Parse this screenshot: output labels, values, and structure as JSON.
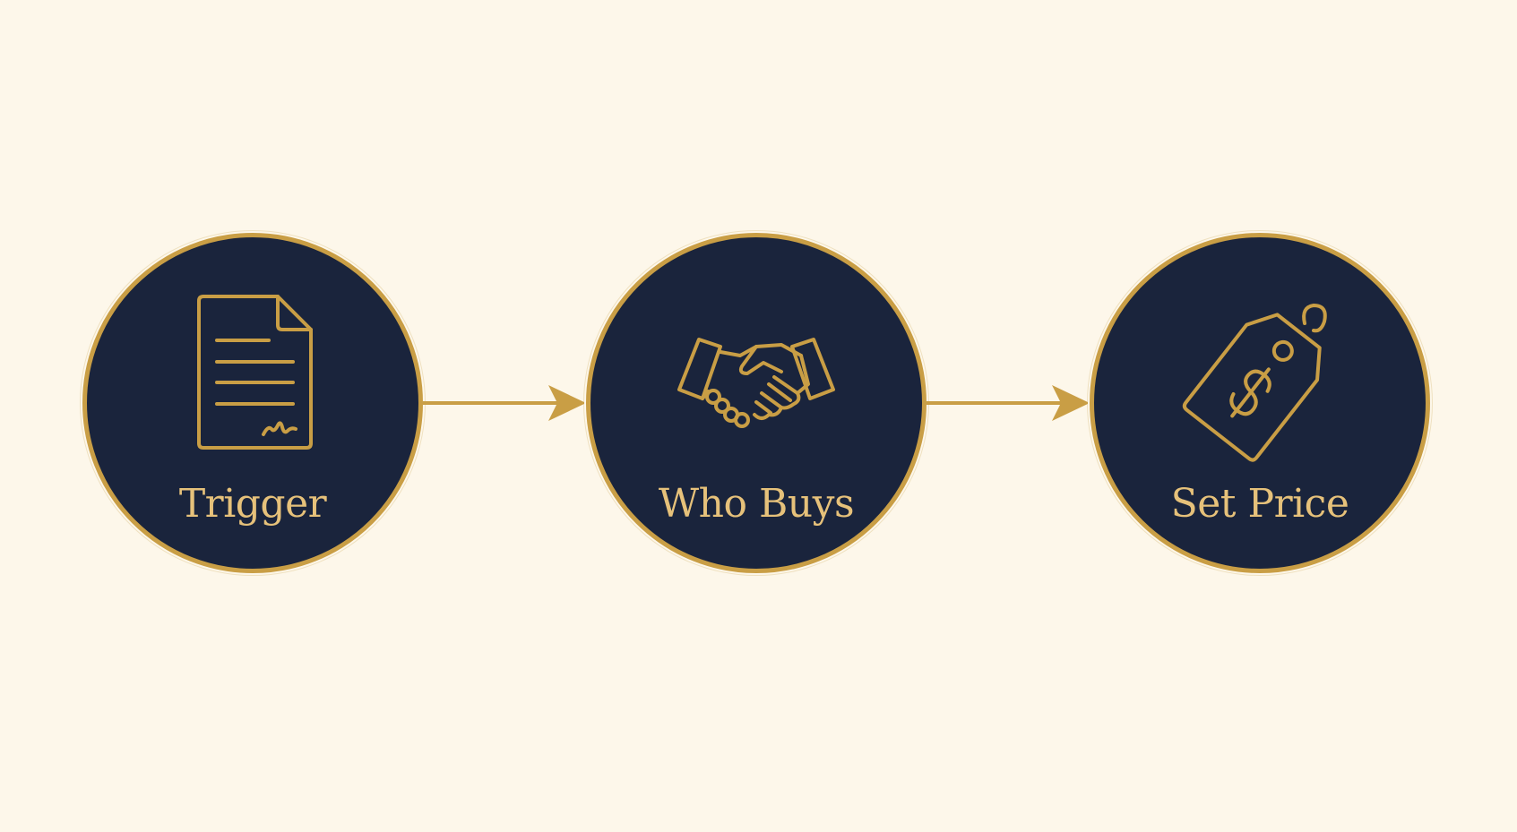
{
  "colors": {
    "background": "#fdf7ea",
    "circle_fill": "#1a243c",
    "gold": "#c99e45",
    "label_gold": "#e6c17a"
  },
  "steps": [
    {
      "label": "Trigger",
      "icon": "signed-document-icon"
    },
    {
      "label": "Who Buys",
      "icon": "handshake-icon"
    },
    {
      "label": "Set Price",
      "icon": "price-tag-icon"
    }
  ],
  "connectors": [
    {
      "from": "Trigger",
      "to": "Who Buys",
      "icon": "arrow-right-icon"
    },
    {
      "from": "Who Buys",
      "to": "Set Price",
      "icon": "arrow-right-icon"
    }
  ]
}
